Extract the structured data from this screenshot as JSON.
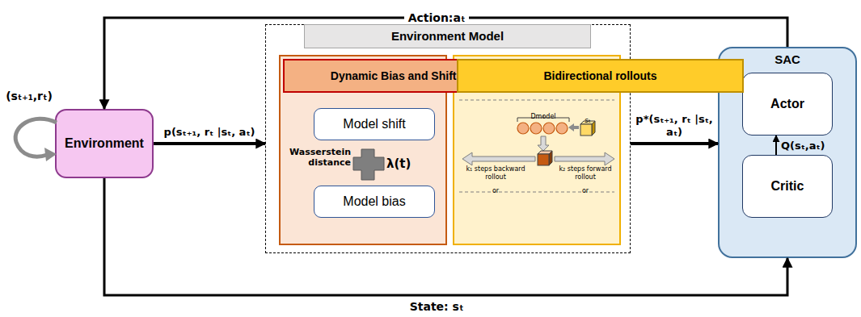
{
  "diagram": {
    "nodes": [
      {
        "text": [
          "Environment"
        ]
      },
      {
        "text": [
          "Environment Model"
        ]
      },
      {
        "text": [
          "Dynamic Bias and Shift Constraints"
        ],
        "in": 1
      },
      {
        "text": [
          "Model shift"
        ],
        "in": 2
      },
      {
        "text": [
          "Model bias"
        ],
        "in": 2
      },
      {
        "text": [
          "Bidirectional rollouts"
        ],
        "in": 1
      },
      {
        "text": [
          "SAC"
        ]
      },
      {
        "text": [
          "Actor"
        ],
        "in": 6
      },
      {
        "text": [
          "Critic"
        ],
        "in": 6
      }
    ],
    "edges": [
      {
        "from": 0,
        "to": 1,
        "arrow": "to",
        "label": "p(sₜ₊₁, rₜ |sₜ, aₜ)"
      },
      {
        "from": 1,
        "to": 6,
        "arrow": "to",
        "label": "p*(sₜ₊₁, rₜ |sₜ, aₜ)"
      },
      {
        "from": 6,
        "to": 0,
        "arrow": "to",
        "label": "Action:aₜ"
      },
      {
        "from": 0,
        "to": 6,
        "arrow": "to",
        "label": "State: sₜ"
      },
      {
        "from": 8,
        "to": 7,
        "arrow": "to",
        "label": "Q(sₜ,aₜ)"
      }
    ],
    "labels": [
      "(sₜ₊₁,rₜ)",
      "Wasserstein distance",
      "λ(t)",
      "Dmodel",
      "sₜ",
      "k₁ steps backward rollout",
      "or",
      "k₂ steps forward rollout",
      "or"
    ]
  }
}
